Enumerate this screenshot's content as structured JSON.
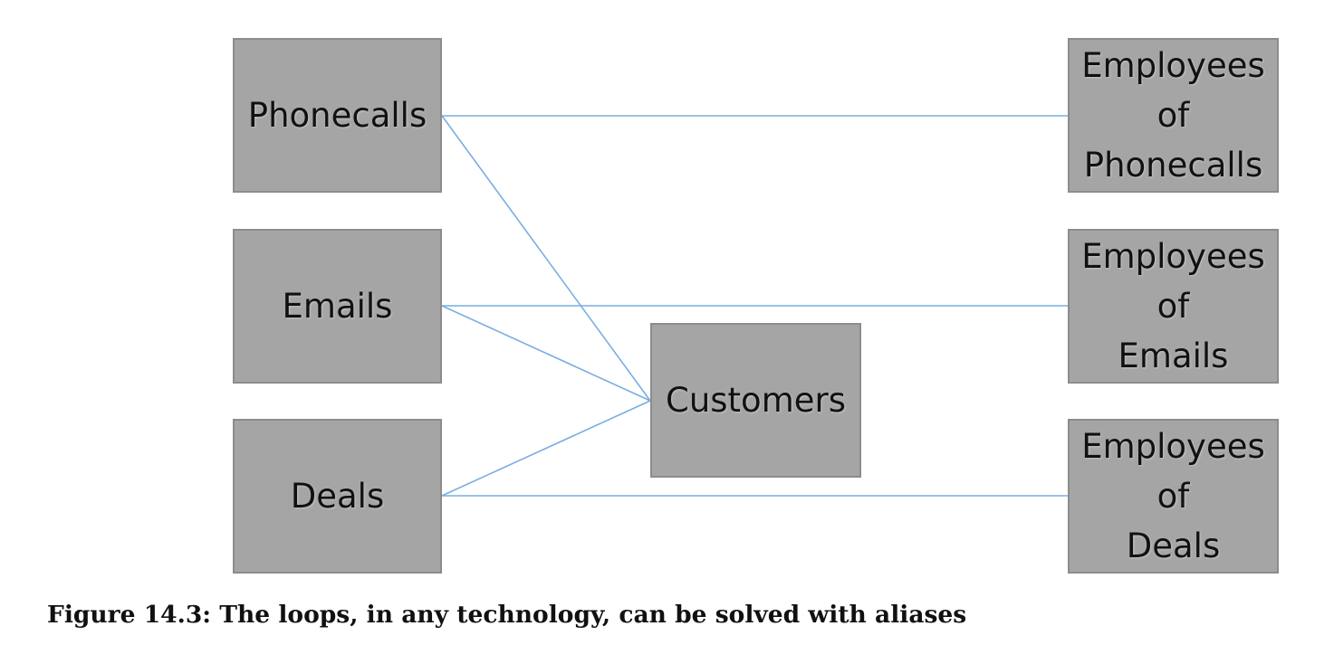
{
  "nodes": {
    "phonecalls": {
      "lines": [
        "Phonecalls"
      ]
    },
    "emails": {
      "lines": [
        "Emails"
      ]
    },
    "deals": {
      "lines": [
        "Deals"
      ]
    },
    "customers": {
      "lines": [
        "Customers"
      ]
    },
    "employees_of_phonecalls": {
      "lines": [
        "Employees",
        "of",
        "Phonecalls"
      ]
    },
    "employees_of_emails": {
      "lines": [
        "Employees",
        "of",
        "Emails"
      ]
    },
    "employees_of_deals": {
      "lines": [
        "Employees",
        "of",
        "Deals"
      ]
    }
  },
  "edges": [
    {
      "from": "phonecalls",
      "to": "employees_of_phonecalls"
    },
    {
      "from": "emails",
      "to": "employees_of_emails"
    },
    {
      "from": "deals",
      "to": "employees_of_deals"
    },
    {
      "from": "phonecalls",
      "to": "customers"
    },
    {
      "from": "emails",
      "to": "customers"
    },
    {
      "from": "deals",
      "to": "customers"
    }
  ],
  "caption": "Figure 14.3: The loops, in any technology, can be solved with aliases",
  "colors": {
    "box_fill": "#a5a5a5",
    "box_border": "#8c8c8c",
    "connector": "#7aaee0"
  }
}
